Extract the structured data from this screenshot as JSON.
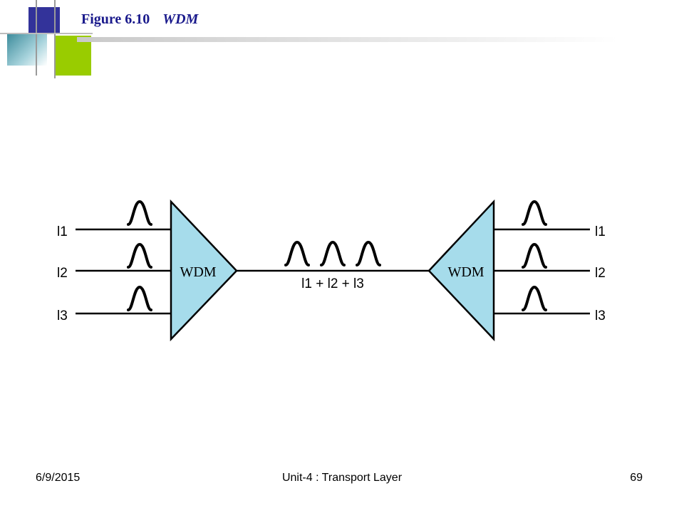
{
  "slide": {
    "figure_number": "Figure 6.10",
    "figure_title": "WDM"
  },
  "diagram": {
    "mux_label": "WDM",
    "demux_label": "WDM",
    "inputs": [
      "l1",
      "l2",
      "l3"
    ],
    "outputs": [
      "l1",
      "l2",
      "l3"
    ],
    "combined_label": "l1 + l2 + l3",
    "colors": {
      "device_fill": "#a6dceb",
      "stroke": "#000000"
    }
  },
  "footer": {
    "date": "6/9/2015",
    "center": "Unit-4 : Transport Layer",
    "page": "69"
  }
}
